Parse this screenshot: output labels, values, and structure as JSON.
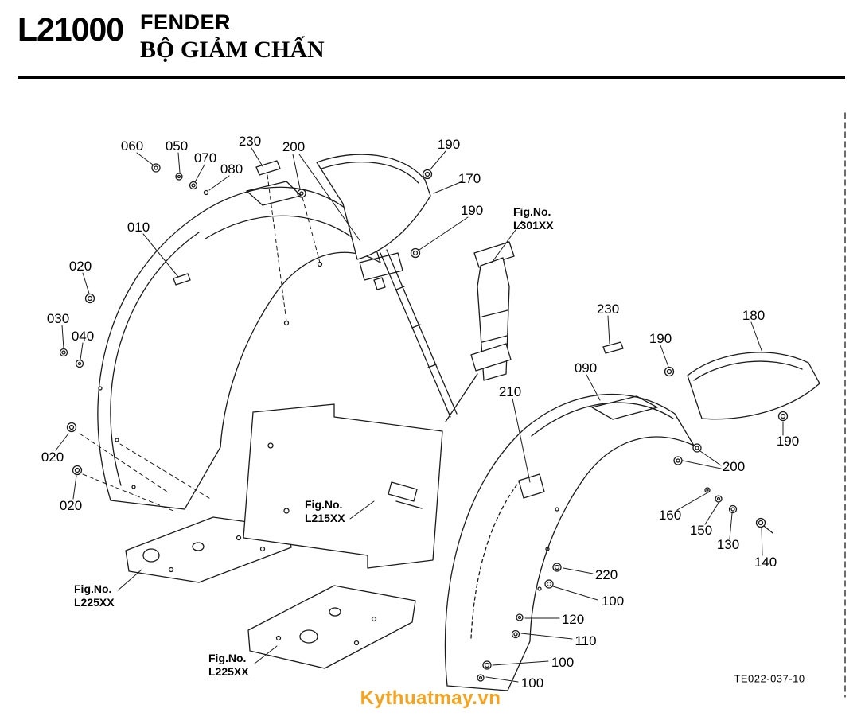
{
  "header": {
    "code": "L21000",
    "title_en": "FENDER",
    "title_vi": "BỘ GIẢM CHẤN"
  },
  "diagram": {
    "callouts": [
      {
        "label": "060"
      },
      {
        "label": "050"
      },
      {
        "label": "070"
      },
      {
        "label": "080"
      },
      {
        "label": "230"
      },
      {
        "label": "200"
      },
      {
        "label": "190"
      },
      {
        "label": "170"
      },
      {
        "label": "190"
      },
      {
        "label": "010"
      },
      {
        "label": "020"
      },
      {
        "label": "030"
      },
      {
        "label": "040"
      },
      {
        "label": "230"
      },
      {
        "label": "180"
      },
      {
        "label": "190"
      },
      {
        "label": "090"
      },
      {
        "label": "210"
      },
      {
        "label": "020"
      },
      {
        "label": "020"
      },
      {
        "label": "190"
      },
      {
        "label": "200"
      },
      {
        "label": "160"
      },
      {
        "label": "150"
      },
      {
        "label": "130"
      },
      {
        "label": "140"
      },
      {
        "label": "220"
      },
      {
        "label": "100"
      },
      {
        "label": "120"
      },
      {
        "label": "110"
      },
      {
        "label": "100"
      },
      {
        "label": "100"
      }
    ],
    "fig_refs": [
      {
        "line1": "Fig.No.",
        "line2": "L301XX"
      },
      {
        "line1": "Fig.No.",
        "line2": "L215XX"
      },
      {
        "line1": "Fig.No.",
        "line2": "L225XX"
      },
      {
        "line1": "Fig.No.",
        "line2": "L225XX"
      }
    ],
    "drawing_code": "TE022-037-10"
  },
  "watermark": {
    "text": "Kythuatmay.vn",
    "color": "#f6a21d"
  }
}
